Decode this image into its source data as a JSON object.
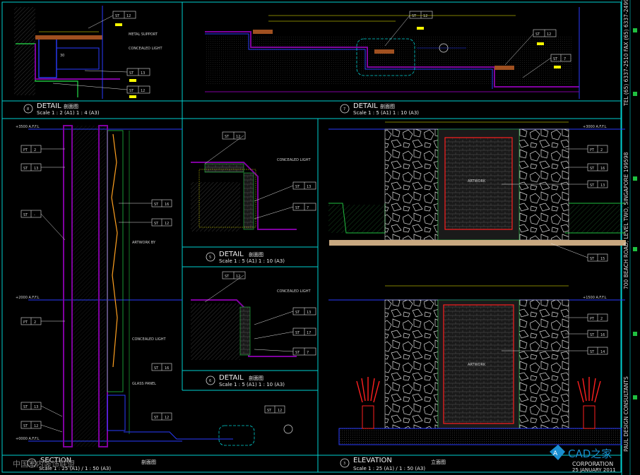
{
  "panels": {
    "detail_tl": {
      "title": "DETAIL",
      "cn": "剖面图",
      "scale": "Scale 1 : 2 (A1) 1 : 4 (A3)",
      "num": "8"
    },
    "detail_tr": {
      "title": "DETAIL",
      "cn": "剖面图",
      "scale": "Scale 1 : 5 (A1) 1 : 10 (A3)",
      "num": "7"
    },
    "detail_mid1": {
      "title": "DETAIL",
      "cn": "剖面图",
      "scale": "Scale 1 : 5 (A1) 1 : 10 (A3)",
      "num": "5"
    },
    "detail_mid2": {
      "title": "DETAIL",
      "cn": "剖面图",
      "scale": "Scale 1 : 5 (A1) 1 : 10 (A3)",
      "num": "6"
    },
    "section": {
      "title": "SECTION",
      "cn": "剖面图",
      "scale": "Scale 1 : 25 (A1) / 1 : 50 (A3)",
      "num": "4"
    },
    "elevation": {
      "title": "ELEVATION",
      "cn": "立面图",
      "scale": "Scale 1 : 25 (A1) / 1 : 50 (A3)",
      "num": "3"
    }
  },
  "tags": {
    "st12": {
      "a": "ST",
      "b": "12"
    },
    "st13": {
      "a": "ST",
      "b": "13"
    },
    "st14": {
      "a": "ST",
      "b": "14"
    },
    "st15": {
      "a": "ST",
      "b": "15"
    },
    "st16": {
      "a": "ST",
      "b": "16"
    },
    "st17": {
      "a": "ST",
      "b": "17"
    },
    "st7": {
      "a": "ST",
      "b": "7"
    },
    "pt2": {
      "a": "PT",
      "b": "2"
    },
    "st_dash": {
      "a": "ST",
      "b": "-"
    }
  },
  "notes": {
    "metal_support": "METAL SUPPORT",
    "concealed_light": "CONCEALED LIGHT",
    "artwork_by": "ARTWORK BY",
    "artwork": "ARTWORK",
    "glass_panel": "GLASS PANEL"
  },
  "sidebar": {
    "company": "PAUL DESIGN CONSULTANTS",
    "address": "700 BEACH ROAD, LEVEL TWO, SINGAPORE 199598",
    "tel": "TEL (65) 6337-2510  FAX (65) 6337-2499"
  },
  "watermarks": {
    "left": "中国室内装饰联盟",
    "right_brand": "CAD之家",
    "right_co": "CORPORATION",
    "date": "25 JANUARY 2011"
  },
  "levels": {
    "ffl_top": "+3500 A.F.F.L",
    "ffl_mid": "+2000 A.F.F.L",
    "ffl_bot": "+0000 A.F.F.L",
    "ffl_right_top": "+3000 A.F.F.L",
    "ffl_right_mid": "+1500 A.F.F.L"
  },
  "colors": {
    "frame": "#00d0d0",
    "wall": "#8000a0",
    "blue": "#2a3cff",
    "green": "#20c040",
    "yellow": "#ffff00",
    "white": "#ffffff",
    "red": "#ff2020",
    "orange": "#ffa020"
  }
}
